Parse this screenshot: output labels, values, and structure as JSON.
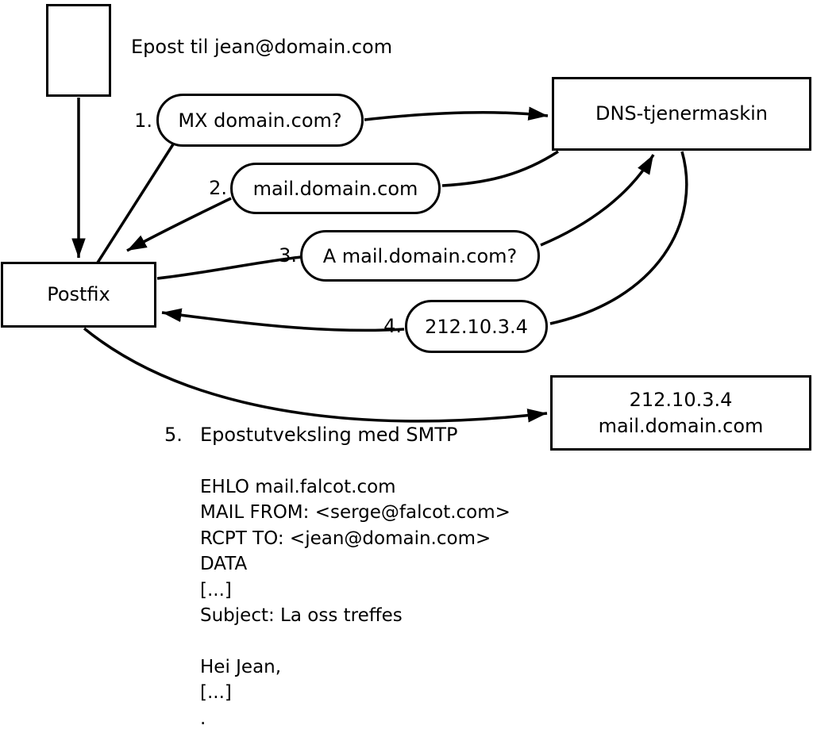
{
  "title": "Epost til jean@domain.com",
  "nodes": {
    "postfix": {
      "label": "Postfix"
    },
    "dns": {
      "label": "DNS-tjenermaskin"
    },
    "target": {
      "line1": "212.10.3.4",
      "line2": "mail.domain.com"
    }
  },
  "steps": [
    {
      "num": "1.",
      "label": "MX domain.com?"
    },
    {
      "num": "2.",
      "label": "mail.domain.com"
    },
    {
      "num": "3.",
      "label": "A mail.domain.com?"
    },
    {
      "num": "4.",
      "label": "212.10.3.4"
    },
    {
      "num": "5.",
      "label": "Epostutveksling med SMTP"
    }
  ],
  "smtp": {
    "text": "EHLO mail.falcot.com\nMAIL FROM: <serge@falcot.com>\nRCPT TO: <jean@domain.com>\nDATA\n[...]\nSubject: La oss treffes\n\nHei Jean,\n[...]\n."
  },
  "colors": {
    "stroke": "#000000",
    "background": "#ffffff"
  }
}
